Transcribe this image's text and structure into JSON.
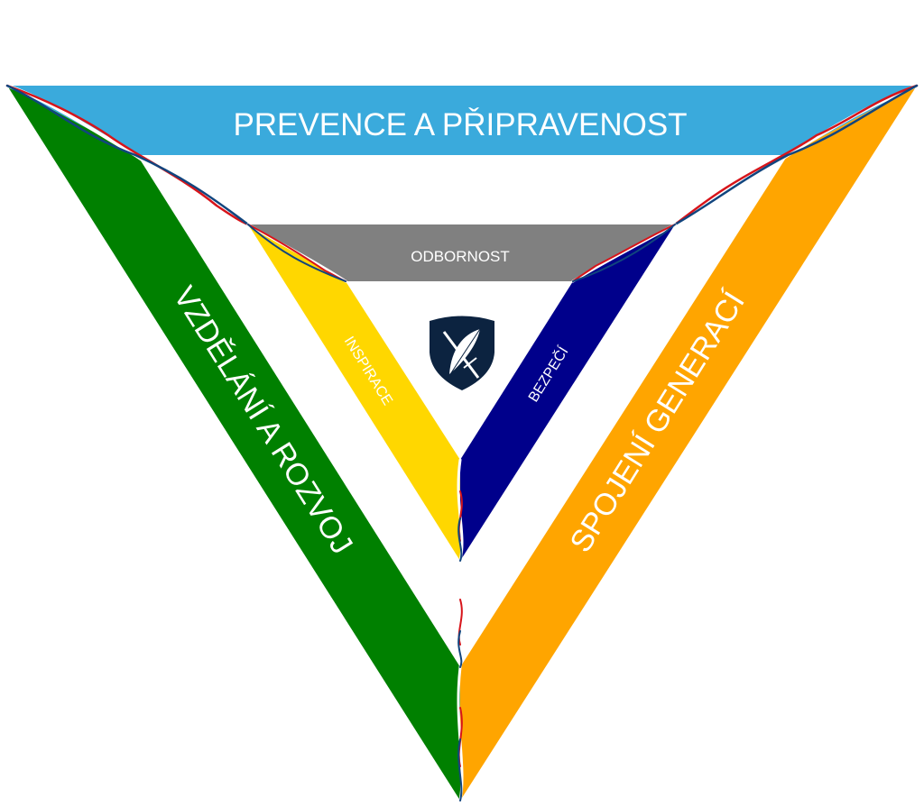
{
  "diagram": {
    "outer": {
      "top_label": "PREVENCE A PŘIPRAVENOST",
      "left_label": "VZDĚLÁNÍ A ROZVOJ",
      "right_label": "SPOJENÍ GENERACÍ"
    },
    "inner": {
      "top_label": "ODBORNOST",
      "left_label": "INSPIRACE",
      "right_label": "BEZPEČÍ"
    },
    "center_emblem": "shield-quill-sword-icon",
    "colors": {
      "top_outer": "#3aaadc",
      "left_outer": "#008000",
      "right_outer": "#ffa500",
      "top_inner": "#808080",
      "left_inner": "#ffd700",
      "right_inner": "#00008b",
      "shield": "#0c2340",
      "ribbon_red": "#d7141a",
      "ribbon_blue": "#11457e",
      "ribbon_white": "#ffffff"
    }
  }
}
